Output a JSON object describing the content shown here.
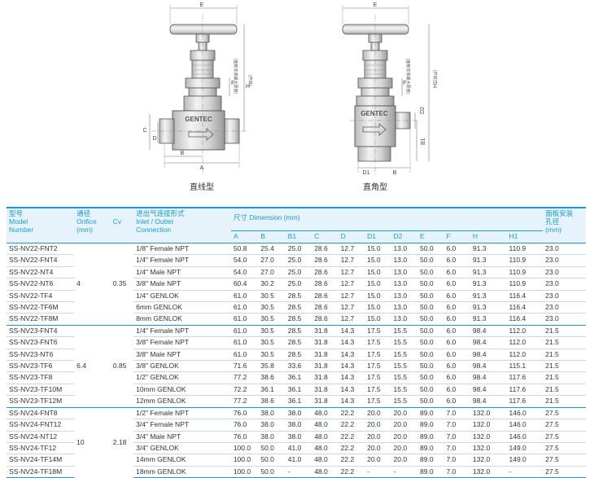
{
  "drawings": {
    "left": {
      "caption": "直线型",
      "brand": "GENTEC",
      "labels": {
        "E": "E",
        "F": "F",
        "F_note": "(面板安装最大厚度)",
        "H": "H",
        "H_note": "(开启)",
        "C": "C",
        "D": "D",
        "A": "A",
        "B": "B"
      }
    },
    "right": {
      "caption": "直角型",
      "brand": "GENTEC",
      "labels": {
        "E": "E",
        "F": "F",
        "F_note": "(面板安装最大厚度)",
        "H1": "H1",
        "H1_note": "(开启)",
        "D2": "D2",
        "B1": "B1",
        "D1": "D1",
        "B": "B"
      }
    }
  },
  "table": {
    "headers": {
      "model": [
        "型号",
        "Model",
        "Number"
      ],
      "orifice": [
        "通径",
        "Orifice",
        "(mm)"
      ],
      "cv": "Cv",
      "connection": [
        "进出气连接形式",
        "Inlet / Outlet",
        "Connection"
      ],
      "dimension": "尺寸 Dimension (mm)",
      "panel": [
        "面板安装",
        "孔径",
        "(mm)"
      ],
      "dims": [
        "A",
        "B",
        "B1",
        "C",
        "D",
        "D1",
        "D2",
        "E",
        "F",
        "H",
        "H1"
      ]
    },
    "groups": [
      {
        "orifice": "4",
        "cv": "0.35",
        "rows": [
          [
            "SS-NV22-FNT2",
            "1/8\" Female NPT",
            "50.8",
            "25.4",
            "25.0",
            "28.6",
            "12.7",
            "15.0",
            "13.0",
            "50.0",
            "6.0",
            "91.3",
            "110.9",
            "23.0"
          ],
          [
            "SS-NV22-FNT4",
            "1/4\" Female NPT",
            "54.0",
            "27.0",
            "25.0",
            "28.6",
            "12.7",
            "15.0",
            "13.0",
            "50.0",
            "6.0",
            "91.3",
            "110.9",
            "23.0"
          ],
          [
            "SS-NV22-NT4",
            "1/4\" Male NPT",
            "54.0",
            "27.0",
            "25.0",
            "28.6",
            "12.7",
            "15.0",
            "13.0",
            "50.0",
            "6.0",
            "91.3",
            "110.9",
            "23.0"
          ],
          [
            "SS-NV22-NT6",
            "3/8\" Male NPT",
            "60.4",
            "30.2",
            "25.0",
            "28.6",
            "12.7",
            "15.0",
            "13.0",
            "50.0",
            "6.0",
            "91.3",
            "110.9",
            "23.0"
          ],
          [
            "SS-NV22-TF4",
            "1/4\" GENLOK",
            "61.0",
            "30.5",
            "28.5",
            "28.6",
            "12.7",
            "15.0",
            "13.0",
            "50.0",
            "6.0",
            "91.3",
            "116.4",
            "23.0"
          ],
          [
            "SS-NV22-TF6M",
            "6mm GENLOK",
            "61.0",
            "30.5",
            "28.5",
            "28.6",
            "12.7",
            "15.0",
            "13.0",
            "50.0",
            "6.0",
            "91.3",
            "116.4",
            "23.0"
          ],
          [
            "SS-NV22-TF8M",
            "8mm GENLOK",
            "61.0",
            "30.5",
            "28.5",
            "28.6",
            "12.7",
            "15.0",
            "13.0",
            "50.0",
            "6.0",
            "91.3",
            "116.4",
            "23.0"
          ]
        ]
      },
      {
        "orifice": "6.4",
        "cv": "0.85",
        "rows": [
          [
            "SS-NV23-FNT4",
            "1/4\" Female NPT",
            "61.0",
            "30.5",
            "28.5",
            "31.8",
            "14.3",
            "17.5",
            "15.5",
            "50.0",
            "6.0",
            "98.4",
            "112.0",
            "21.5"
          ],
          [
            "SS-NV23-FNT6",
            "3/8\" Female NPT",
            "61.0",
            "30.5",
            "28.5",
            "31.8",
            "14.3",
            "17.5",
            "15.5",
            "50.0",
            "6.0",
            "98.4",
            "112.0",
            "21.5"
          ],
          [
            "SS-NV23-NT6",
            "3/8\" Male NPT",
            "61.0",
            "30.5",
            "28.5",
            "31.8",
            "14.3",
            "17.5",
            "15.5",
            "50.0",
            "6.0",
            "98.4",
            "112.0",
            "21.5"
          ],
          [
            "SS-NV23-TF6",
            "3/8\" GENLOK",
            "71.6",
            "35.8",
            "33.6",
            "31.8",
            "14.3",
            "17.5",
            "15.5",
            "50.0",
            "6.0",
            "98.4",
            "115.1",
            "21.5"
          ],
          [
            "SS-NV23-TF8",
            "1/2\" GENLOK",
            "77.2",
            "38.6",
            "36.1",
            "31.8",
            "14.3",
            "17.5",
            "15.5",
            "50.0",
            "6.0",
            "98.4",
            "117.6",
            "21.5"
          ],
          [
            "SS-NV23-TF10M",
            "10mm GENLOK",
            "72.2",
            "36.1",
            "36.1",
            "31.8",
            "14.3",
            "17.5",
            "15.5",
            "50.0",
            "6.0",
            "98.4",
            "117.6",
            "21.5"
          ],
          [
            "SS-NV23-TF12M",
            "12mm GENLOK",
            "77.2",
            "38.6",
            "36.1",
            "31.8",
            "14.3",
            "17.5",
            "15.5",
            "50.0",
            "6.0",
            "98.4",
            "117.6",
            "21.5"
          ]
        ]
      },
      {
        "orifice": "10",
        "cv": "2.18",
        "rows": [
          [
            "SS-NV24-FNT8",
            "1/2\" Female NPT",
            "76.0",
            "38.0",
            "38.0",
            "48.0",
            "22.2",
            "20.0",
            "20.0",
            "89.0",
            "7.0",
            "132.0",
            "146.0",
            "27.5"
          ],
          [
            "SS-NV24-FNT12",
            "3/4\" Female NPT",
            "76.0",
            "38.0",
            "38.0",
            "48.0",
            "22.2",
            "20.0",
            "20.0",
            "89.0",
            "7.0",
            "132.0",
            "146.0",
            "27.5"
          ],
          [
            "SS-NV24-NT12",
            "3/4\" Male NPT",
            "76.0",
            "38.0",
            "38.0",
            "48.0",
            "22.2",
            "20.0",
            "20.0",
            "89.0",
            "7.0",
            "132.0",
            "146.0",
            "27.5"
          ],
          [
            "SS-NV24-TF12",
            "3/4\" GENLOK",
            "100.0",
            "50.0",
            "41.0",
            "48.0",
            "22.2",
            "20.0",
            "20.0",
            "89.0",
            "7.0",
            "132.0",
            "149.0",
            "27.5"
          ],
          [
            "SS-NV24-TF14M",
            "14mm GENLOK",
            "100.0",
            "50.0",
            "41.0",
            "48.0",
            "22.2",
            "20.0",
            "20.0",
            "89.0",
            "7.0",
            "132.0",
            "149.0",
            "27.5"
          ],
          [
            "SS-NV24-TF18M",
            "18mm GENLOK",
            "100.0",
            "50.0",
            "-",
            "48.0",
            "22.2",
            "-",
            "-",
            "89.0",
            "7.0",
            "132.0",
            "-",
            "27.5"
          ]
        ]
      }
    ]
  }
}
